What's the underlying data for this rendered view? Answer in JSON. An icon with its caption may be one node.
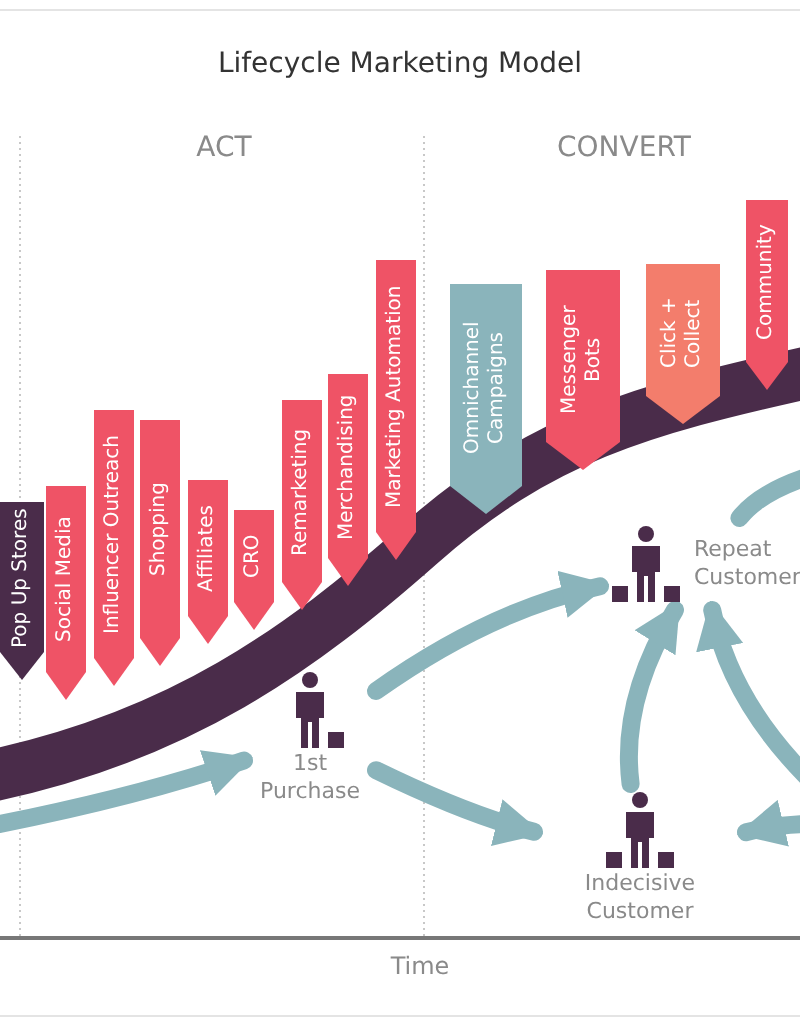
{
  "diagram": {
    "title": "Lifecycle Marketing Model",
    "nodes": [
      {
        "text": [
          "Pop Up Stores"
        ]
      },
      {
        "text": [
          "Social Media"
        ]
      },
      {
        "text": [
          "Influencer Outreach"
        ]
      },
      {
        "text": [
          "Shopping"
        ]
      },
      {
        "text": [
          "Affiliates"
        ]
      },
      {
        "text": [
          "CRO"
        ]
      },
      {
        "text": [
          "Remarketing"
        ]
      },
      {
        "text": [
          "Merchandising"
        ]
      },
      {
        "text": [
          "Marketing Automation"
        ]
      },
      {
        "text": [
          "Omnichannel Campaigns"
        ]
      },
      {
        "text": [
          "Messenger Bots"
        ]
      },
      {
        "text": [
          "Click + Collect"
        ]
      },
      {
        "text": [
          "Community"
        ]
      },
      {
        "text": [
          "1st Purchase"
        ]
      },
      {
        "text": [
          "Repeat Customer"
        ]
      },
      {
        "text": [
          "Indecisive Customer"
        ]
      }
    ],
    "edges": [
      {
        "from": null,
        "to": 13,
        "arrow": "to"
      },
      {
        "from": 13,
        "to": 14,
        "arrow": "to"
      },
      {
        "from": 13,
        "to": 15,
        "arrow": "to"
      },
      {
        "from": 15,
        "to": 14,
        "arrow": "to"
      },
      {
        "from": null,
        "to": 14,
        "arrow": "to"
      },
      {
        "from": null,
        "to": 15,
        "arrow": "to"
      },
      {
        "from": 14,
        "to": null,
        "arrow": "none"
      }
    ],
    "labels": [
      "ACT",
      "CONVERT",
      "Time"
    ]
  }
}
